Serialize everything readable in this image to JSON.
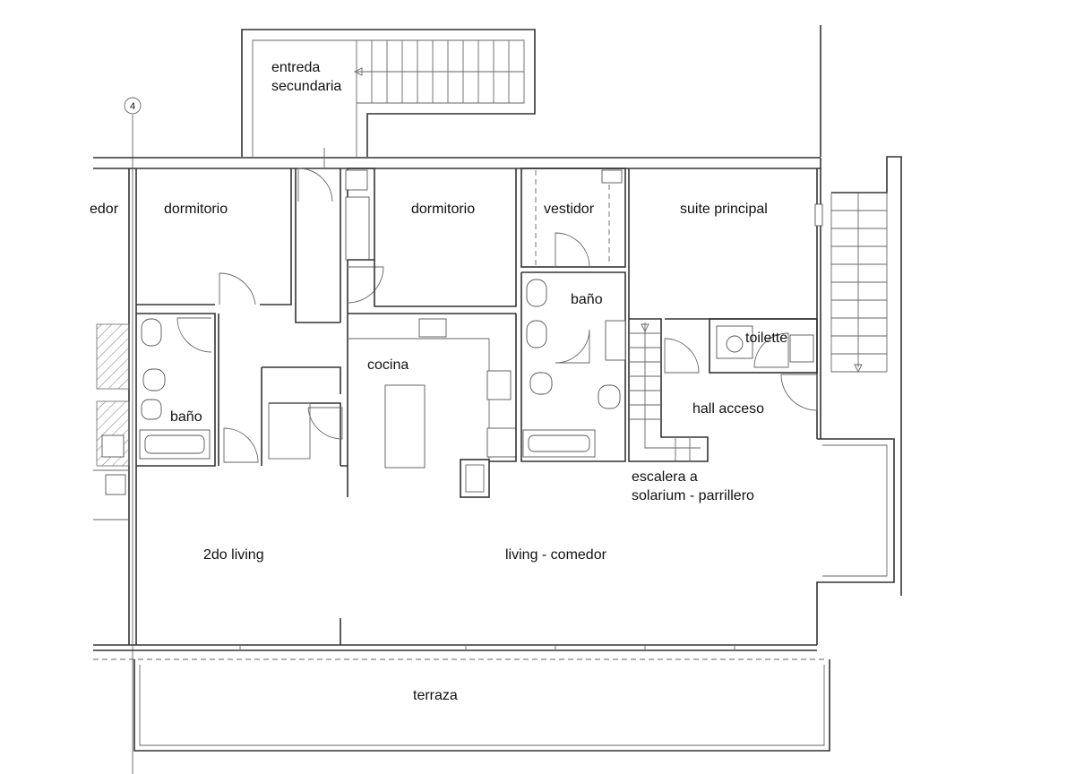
{
  "axis_marker": "4",
  "rooms": {
    "entreda_secundaria": [
      "entreda",
      "secundaria"
    ],
    "comedor_partial": "edor",
    "dormitorio_1": "dormitorio",
    "dormitorio_2": "dormitorio",
    "vestidor": "vestidor",
    "suite_principal": "suite principal",
    "bano_1": "baño",
    "bano_2": "baño",
    "toilette": "toilette",
    "cocina": "cocina",
    "hall_acceso": "hall acceso",
    "escalera": [
      "escalera a",
      "solarium - parrillero"
    ],
    "living_2do": "2do living",
    "living_comedor": "living - comedor",
    "terraza": "terraza"
  }
}
